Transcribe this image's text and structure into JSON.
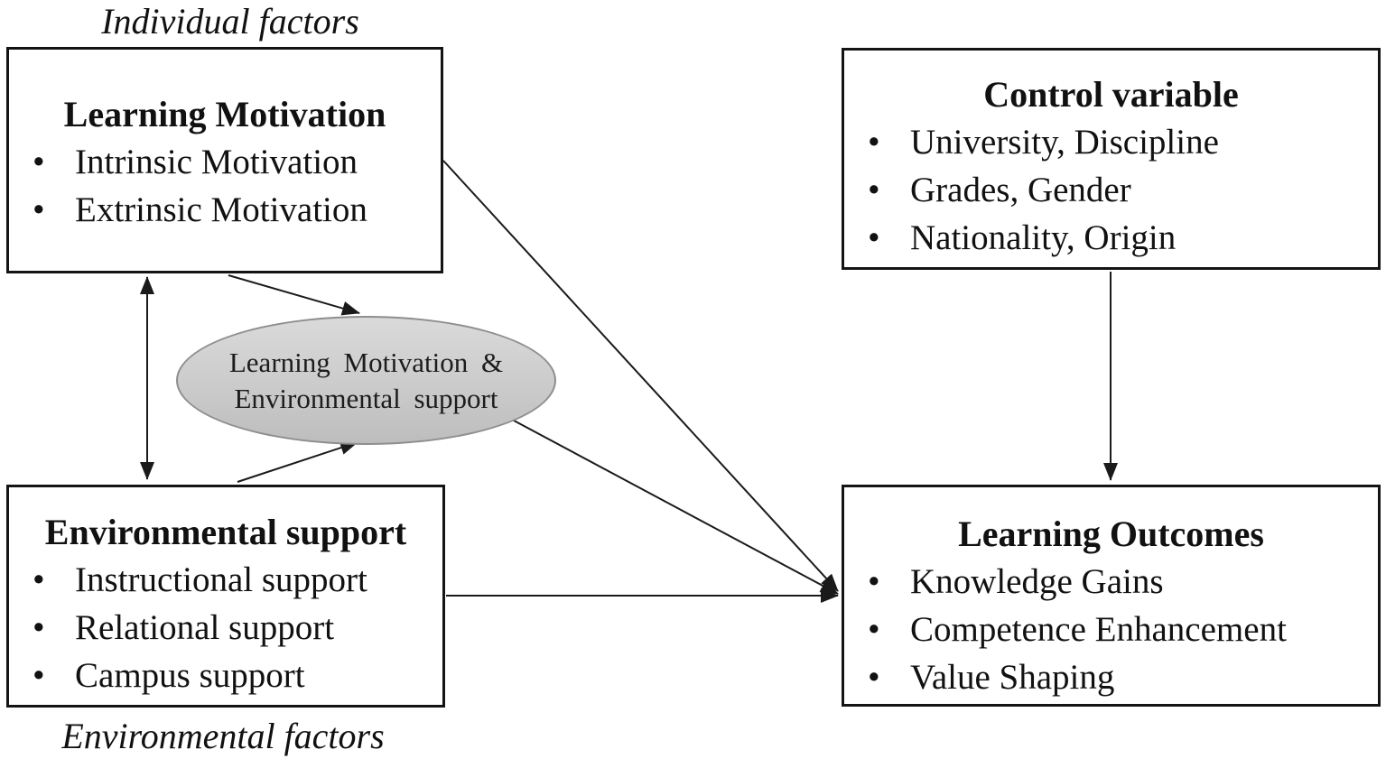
{
  "bullet_char": "•",
  "colors": {
    "background": "#ffffff",
    "box_border": "#141414",
    "arrow": "#1a1a1a",
    "ellipse_fill_top": "#dadada",
    "ellipse_fill_bottom": "#bdbdbd",
    "ellipse_stroke": "#8e8e8e",
    "text": "#111111"
  },
  "labels": {
    "individual_factors": "Individual factors",
    "environmental_factors": "Environmental factors"
  },
  "boxes": {
    "learning_motivation": {
      "title": "Learning Motivation",
      "items": [
        "Intrinsic Motivation",
        "Extrinsic Motivation"
      ]
    },
    "control_variable": {
      "title": "Control variable",
      "items": [
        "University, Discipline",
        "Grades, Gender",
        "Nationality, Origin"
      ]
    },
    "environmental_support": {
      "title": "Environmental support",
      "items": [
        "Instructional support",
        "Relational support",
        "Campus support"
      ]
    },
    "learning_outcomes": {
      "title": "Learning Outcomes",
      "items": [
        "Knowledge Gains",
        "Competence Enhancement",
        "Value Shaping"
      ]
    }
  },
  "ellipse": {
    "line1": "Learning Motivation &",
    "line2": "Environmental support"
  }
}
